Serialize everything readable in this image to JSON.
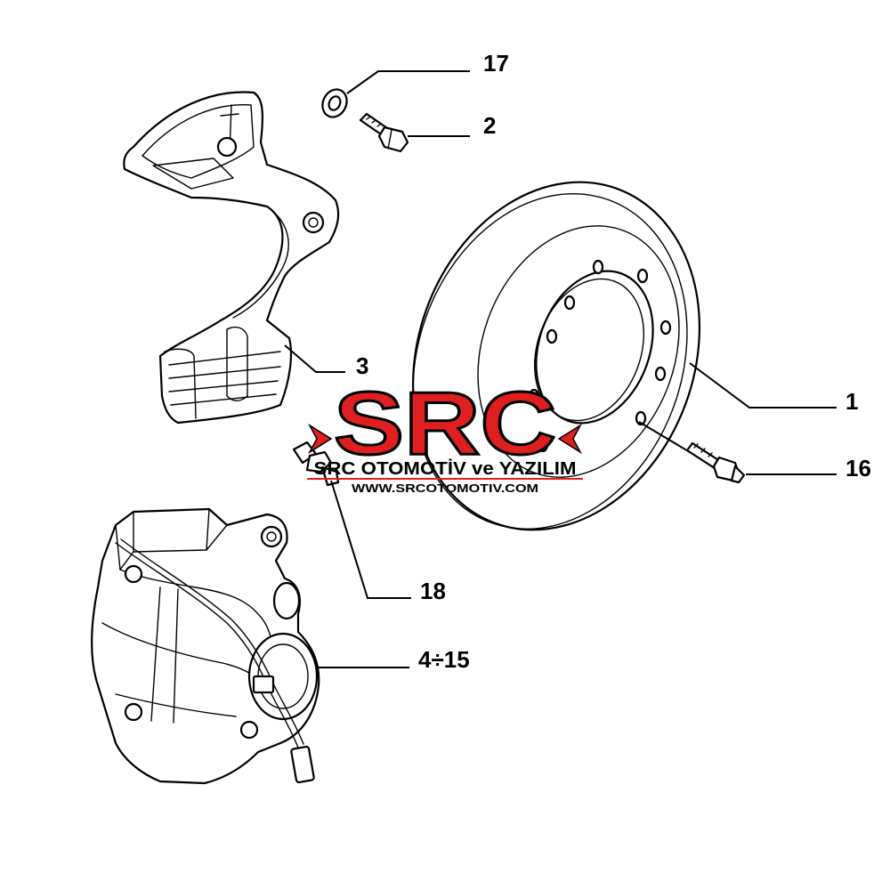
{
  "callouts": {
    "part_1": "1",
    "part_2": "2",
    "part_3": "3",
    "part_4_15": "4÷15",
    "part_16": "16",
    "part_17": "17",
    "part_18": "18"
  },
  "watermark": {
    "logo_text": "SRC",
    "company": "SRC OTOMOTİV ve YAZILIM",
    "url": "WWW.SRCOTOMOTIV.COM",
    "accent_color": "#e02020"
  },
  "icons": [
    "brake-disc-icon",
    "splash-shield-icon",
    "caliper-icon",
    "bolt-icon",
    "washer-icon",
    "stud-icon",
    "bleed-screw-icon"
  ]
}
